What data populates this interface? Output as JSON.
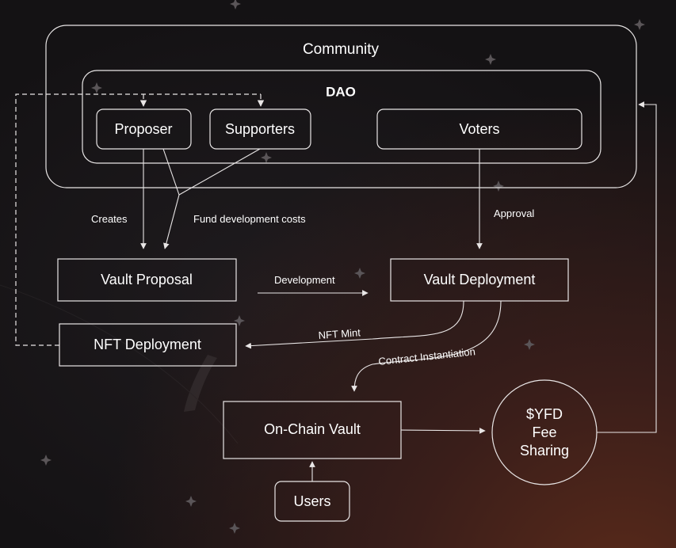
{
  "nodes": {
    "community": "Community",
    "dao": "DAO",
    "proposer": "Proposer",
    "supporters": "Supporters",
    "voters": "Voters",
    "vault_proposal": "Vault Proposal",
    "vault_deployment": "Vault Deployment",
    "nft_deployment": "NFT Deployment",
    "on_chain_vault": "On-Chain Vault",
    "users": "Users",
    "fee_sharing": [
      "$YFD",
      "Fee",
      "Sharing"
    ]
  },
  "edges": {
    "creates": "Creates",
    "fund_development": "Fund development costs",
    "approval": "Approval",
    "development": "Development",
    "nft_mint": "NFT Mint",
    "contract_instantiation": "Contract Instantiation"
  },
  "colors": {
    "line": "#e9e6e6",
    "background": "#141214",
    "accent_glow": "#5a2a1a"
  }
}
